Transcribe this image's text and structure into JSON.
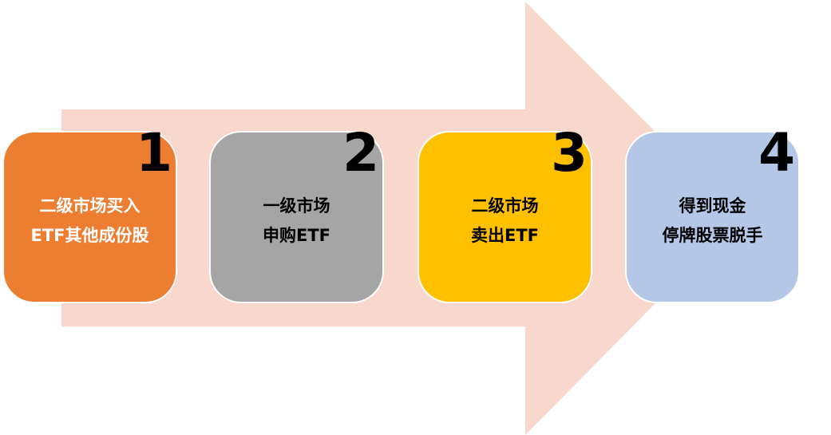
{
  "arrow_color": "#f8d7cd",
  "steps": [
    {
      "number": "1",
      "lines": [
        "二级市场买入",
        "ETF其他成份股"
      ],
      "color": "#ed7d31",
      "text_color": "#ffffff"
    },
    {
      "number": "2",
      "lines": [
        "一级市场",
        "申购ETF"
      ],
      "color": "#a5a5a5",
      "text_color": "#000000"
    },
    {
      "number": "3",
      "lines": [
        "二级市场",
        "卖出ETF"
      ],
      "color": "#ffc000",
      "text_color": "#000000"
    },
    {
      "number": "4",
      "lines": [
        "得到现金",
        "停牌股票脱手"
      ],
      "color": "#b4c7e7",
      "text_color": "#000000"
    }
  ]
}
